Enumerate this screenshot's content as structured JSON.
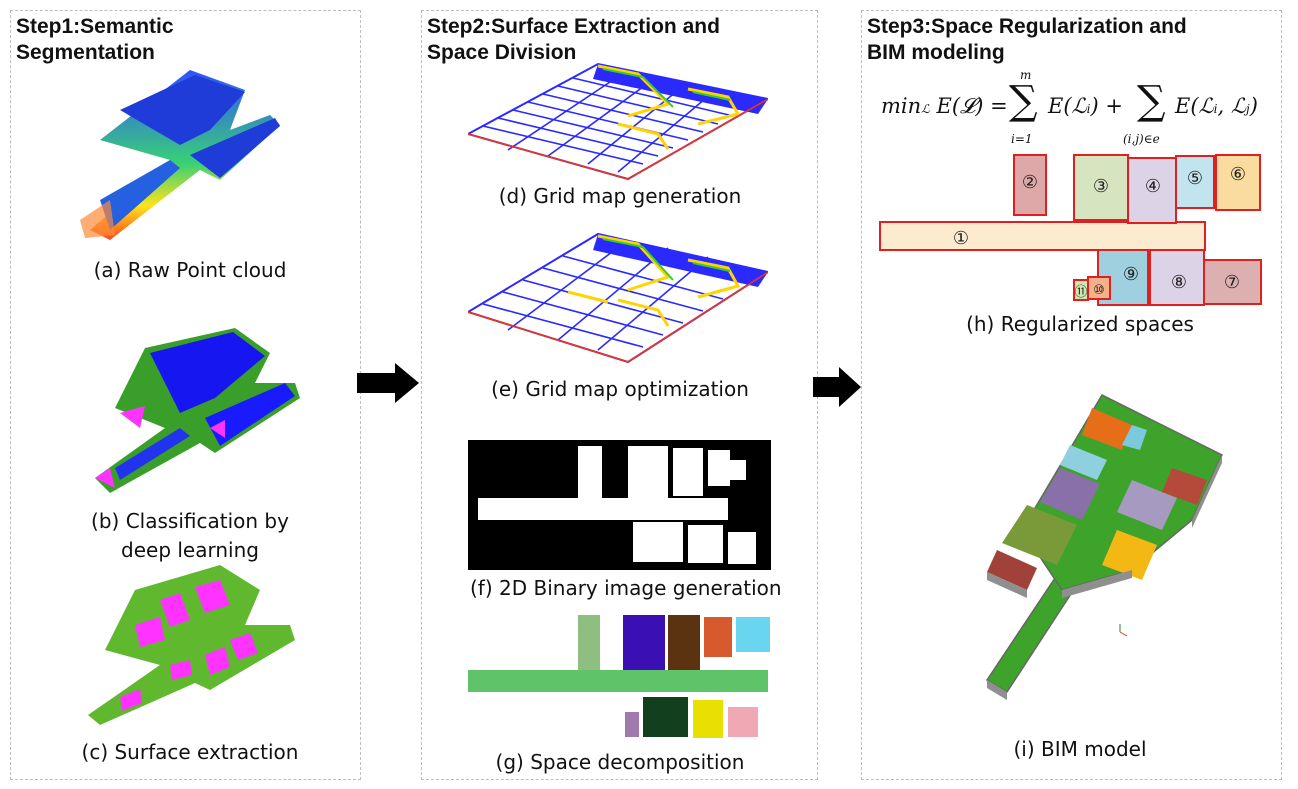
{
  "steps": [
    {
      "title_line1": "Step1:Semantic",
      "title_line2": "Segmentation"
    },
    {
      "title_line1": "Step2:Surface Extraction and",
      "title_line2": "Space Division"
    },
    {
      "title_line1": "Step3:Space Regularization and",
      "title_line2": "BIM modeling"
    }
  ],
  "captions": {
    "a": "(a) Raw Point cloud",
    "b_line1": "(b) Classification by",
    "b_line2": "deep learning",
    "c": "(c) Surface extraction",
    "d": "(d) Grid map generation",
    "e": "(e) Grid map optimization",
    "f": "(f) 2D Binary image generation",
    "g": "(g) Space decomposition",
    "h": "(h) Regularized spaces",
    "i": "(i) BIM model"
  },
  "formula": {
    "lhs": "min",
    "lhs_sub": "ℒ",
    "lhs_rest": "E(𝓛) =",
    "sum1_top": "m",
    "sum1_bottom": "i=1",
    "term1": "E(ℒ",
    "term1_sub": "i",
    "term1_end": ") +",
    "sum2_bottom": "(i,j)∈e",
    "term2": "E(ℒ",
    "term2_sub1": "i",
    "term2_mid": ", ℒ",
    "term2_sub2": "j",
    "term2_end": ")"
  },
  "room_labels": [
    "①",
    "②",
    "③",
    "④",
    "⑤",
    "⑥",
    "⑦",
    "⑧",
    "⑨",
    "⑩",
    "⑪"
  ],
  "colors": {
    "panel_border": "#bdbdbd",
    "class_ceiling": "#1a1aff",
    "class_wall": "#5fb82e",
    "class_floor": "#ff33ff",
    "room_outline": "#e02020",
    "bim_wall": "#3da32a"
  }
}
